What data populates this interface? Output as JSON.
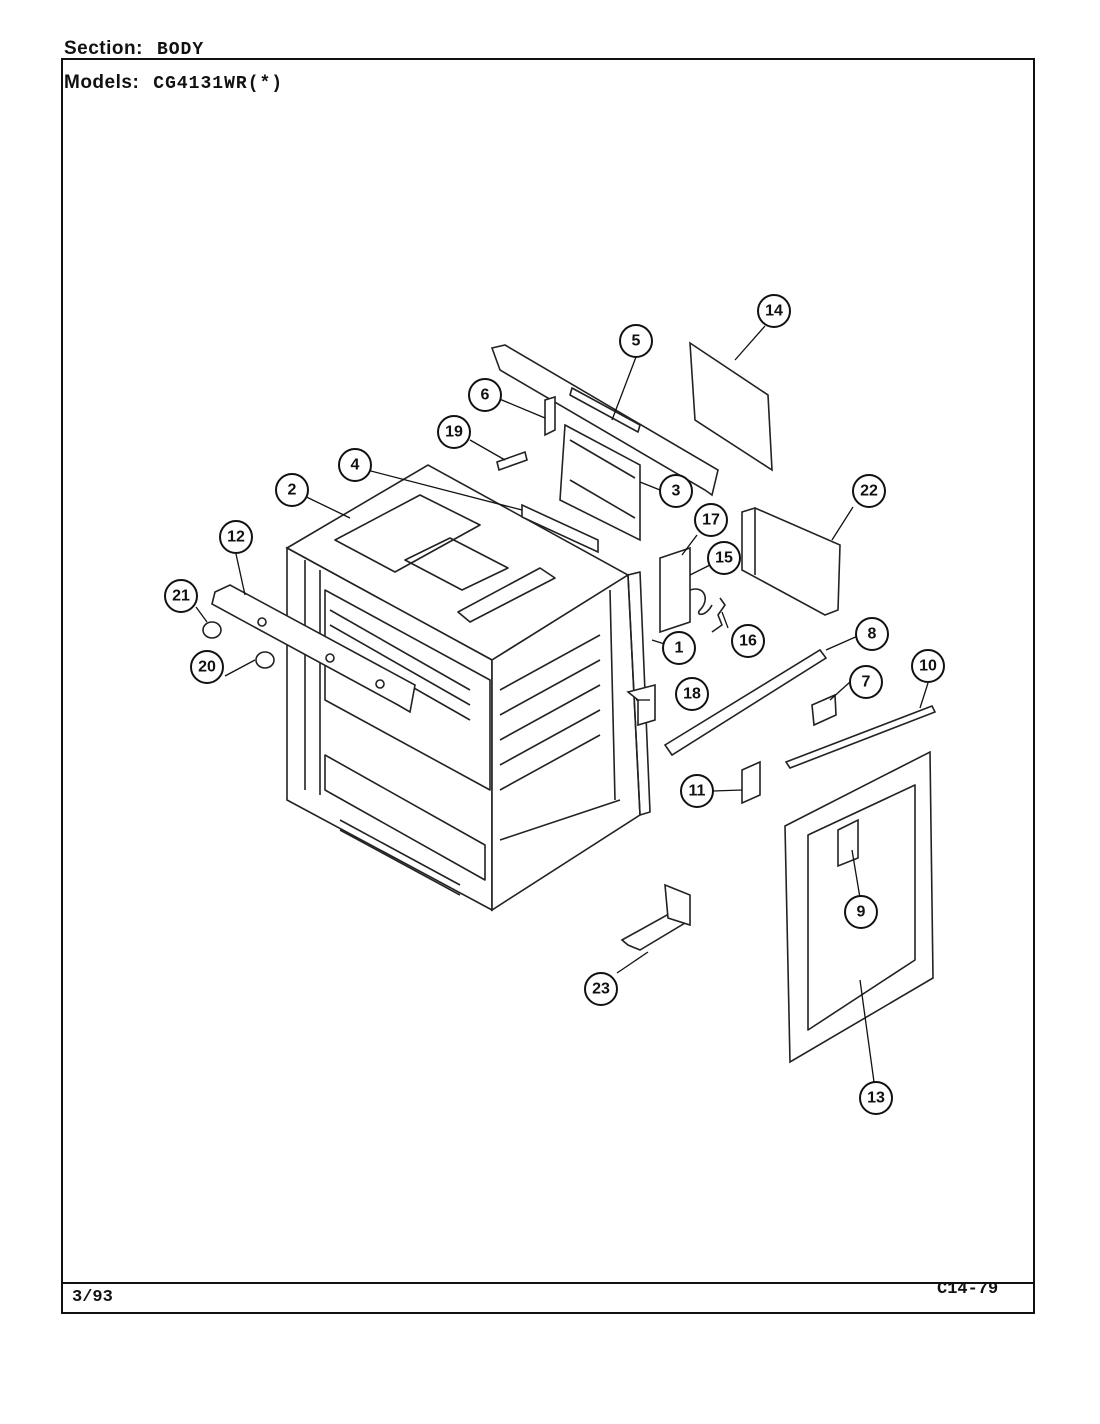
{
  "header": {
    "section_label": "Section:",
    "section_value": "BODY",
    "models_label": "Models:",
    "models_value": "CG4131WR(*)"
  },
  "footer": {
    "date": "3/93",
    "code": "C14-79"
  },
  "callouts": {
    "c1": "1",
    "c2": "2",
    "c3": "3",
    "c4": "4",
    "c5": "5",
    "c6": "6",
    "c7": "7",
    "c8": "8",
    "c9": "9",
    "c10": "10",
    "c11": "11",
    "c12": "12",
    "c13": "13",
    "c14": "14",
    "c15": "15",
    "c16": "16",
    "c17": "17",
    "c18": "18",
    "c19": "19",
    "c20": "20",
    "c21": "21",
    "c22": "22",
    "c23": "23"
  }
}
